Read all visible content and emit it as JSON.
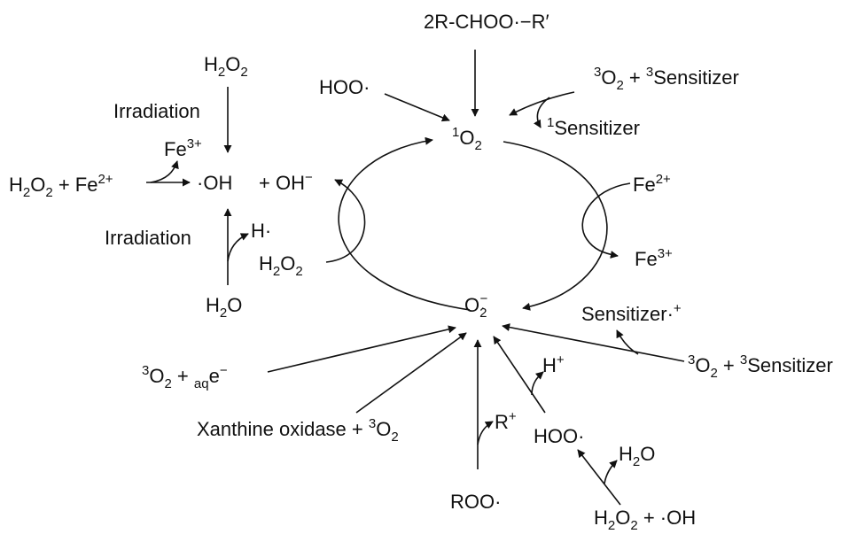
{
  "diagram": {
    "labels": {
      "carbonyl_oxide": "2R-CHOO·−R′",
      "hoo_top": "HOO·",
      "singlet_o2_sup": "1",
      "singlet_o2_base": "O",
      "singlet_o2_sub": "2",
      "triplet_o2_sens_top": [
        "3",
        "O",
        "2",
        " + ",
        "3",
        "Sensitizer"
      ],
      "singlet_sensitizer": [
        "1",
        "Sensitizer"
      ],
      "h2o2_top": [
        "H",
        "2",
        "O",
        "2"
      ],
      "irradiation_top": "Irradiation",
      "fe3_left": [
        "Fe",
        "3+"
      ],
      "fenton": [
        "H",
        "2",
        "O",
        "2",
        " + Fe",
        "2+"
      ],
      "hydroxyl_radical": "·OH",
      "hydroxide": [
        "+ OH",
        "−"
      ],
      "irradiation_bottom": "Irradiation",
      "h_radical": "H·",
      "h2o2_mid": [
        "H",
        "2",
        "O",
        "2"
      ],
      "h2o_left": [
        "H",
        "2",
        "O"
      ],
      "fe2_right": [
        "Fe",
        "2+"
      ],
      "fe3_right": [
        "Fe",
        "3+"
      ],
      "superoxide": [
        "O",
        "2",
        "−",
        "·"
      ],
      "sensitizer_cation": [
        "Sensitizer·",
        "+"
      ],
      "triplet_o2_sens_bottom": [
        "3",
        "O",
        "2",
        " + ",
        "3",
        "Sensitizer"
      ],
      "triplet_o2_aqe": [
        "3",
        "O",
        "2",
        " + ",
        "aq",
        "e",
        "−"
      ],
      "h_plus": [
        "H",
        "+"
      ],
      "xanthine": [
        "Xanthine oxidase + ",
        "3",
        "O",
        "2"
      ],
      "r_plus": [
        "R",
        "+"
      ],
      "hoo_bottom": "HOO·",
      "h2o_right": [
        "H",
        "2",
        "O"
      ],
      "roo": "ROO·",
      "h2o2_oh": [
        "H",
        "2",
        "O",
        "2",
        " + ·OH"
      ]
    }
  }
}
